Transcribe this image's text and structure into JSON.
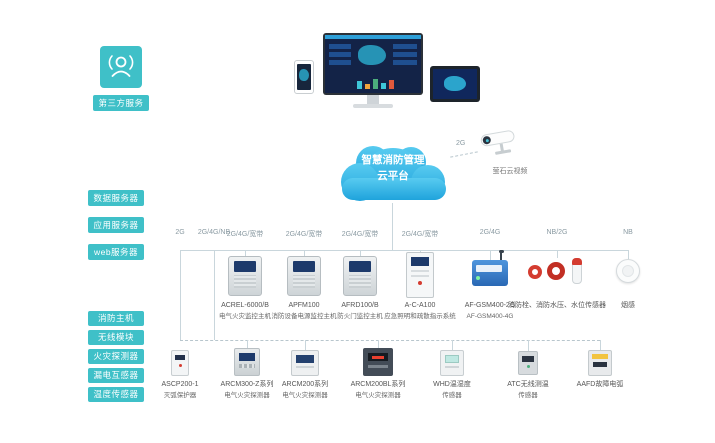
{
  "third_party": {
    "label": "第三方服务"
  },
  "cloud": {
    "line1": "智慧消防管理",
    "line2": "云平台"
  },
  "camera": {
    "conn": "2G",
    "label": "萤石云视频"
  },
  "servers": [
    {
      "label": "数据服务器"
    },
    {
      "label": "应用服务器"
    },
    {
      "label": "web服务器"
    }
  ],
  "device_types": [
    {
      "label": "消防主机"
    },
    {
      "label": "无线模块"
    },
    {
      "label": "火灾探测器"
    },
    {
      "label": "漏电互感器"
    },
    {
      "label": "温度传感器"
    }
  ],
  "connections": [
    {
      "label": "2G"
    },
    {
      "label": "2G/4G/NB"
    },
    {
      "label": "2G/4G/宽带"
    },
    {
      "label": "2G/4G/宽带"
    },
    {
      "label": "2G/4G/宽带"
    },
    {
      "label": "2G/4G/宽带"
    },
    {
      "label": "2G/4G"
    },
    {
      "label": "NB/2G"
    },
    {
      "label": "NB"
    }
  ],
  "middle_devices": [
    {
      "line1": "ACREL-6000/B",
      "line2": "电气火灾监控主机"
    },
    {
      "line1": "APFM100",
      "line2": "消防设备电源监控主机"
    },
    {
      "line1": "AFRD100/B",
      "line2": "防火门监控主机"
    },
    {
      "line1": "A-C-A100",
      "line2": "应急照明和疏散指示系统"
    },
    {
      "line1": "AF-GSM400-2G",
      "line2": "AF-GSM400-4G"
    },
    {
      "line1": "消防栓、消防水压、水位传感器",
      "line2": ""
    },
    {
      "line1": "烟感",
      "line2": ""
    }
  ],
  "bottom_devices": [
    {
      "line1": "ASCP200-1",
      "line2": "灭弧保护器"
    },
    {
      "line1": "ARCM300-Z系列",
      "line2": "电气火灾探测器"
    },
    {
      "line1": "ARCM200系列",
      "line2": "电气火灾探测器"
    },
    {
      "line1": "ARCM200BL系列",
      "line2": "电气火灾探测器"
    },
    {
      "line1": "WHD温湿度",
      "line2": "传感器"
    },
    {
      "line1": "ATC无线测温",
      "line2": "传感器"
    },
    {
      "line1": "AAFD故障电弧",
      "line2": ""
    }
  ],
  "colors": {
    "teal": "#3fc0c8",
    "cloud_blue": "#2fa9dc",
    "line": "#c9d6dc"
  }
}
